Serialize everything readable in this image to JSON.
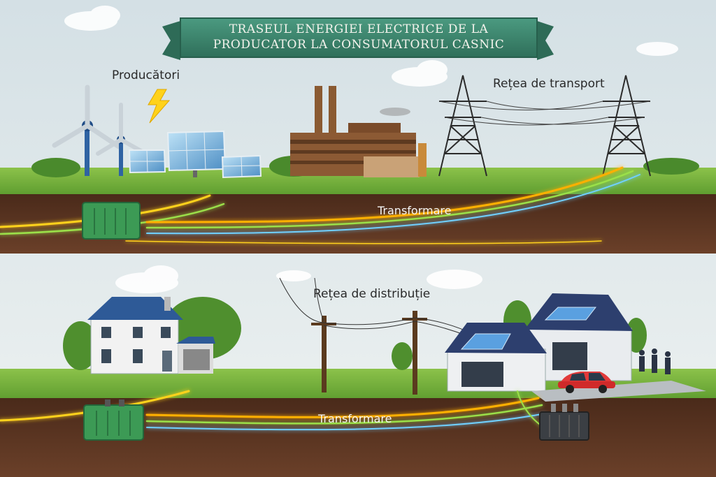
{
  "title": {
    "line1": "TRASEUL ENERGIEI ELECTRICE DE  LA",
    "line2": "PRODUCATOR LA CONSUMATORUL CASNIC"
  },
  "labels": {
    "producers": "Producători",
    "transport_network": "Rețea de transport",
    "transform_top": "Transformare",
    "distribution_network": "Rețea de distribuție",
    "transform_bottom": "Transformare"
  },
  "colors": {
    "sky": "#dfe7ea",
    "banner": "#3f8a72",
    "grass": "#6fb03a",
    "soil": "#5a3522",
    "energy_yellow": "#ffd21a",
    "energy_green": "#9be04a",
    "energy_blue": "#6fd0ff"
  }
}
